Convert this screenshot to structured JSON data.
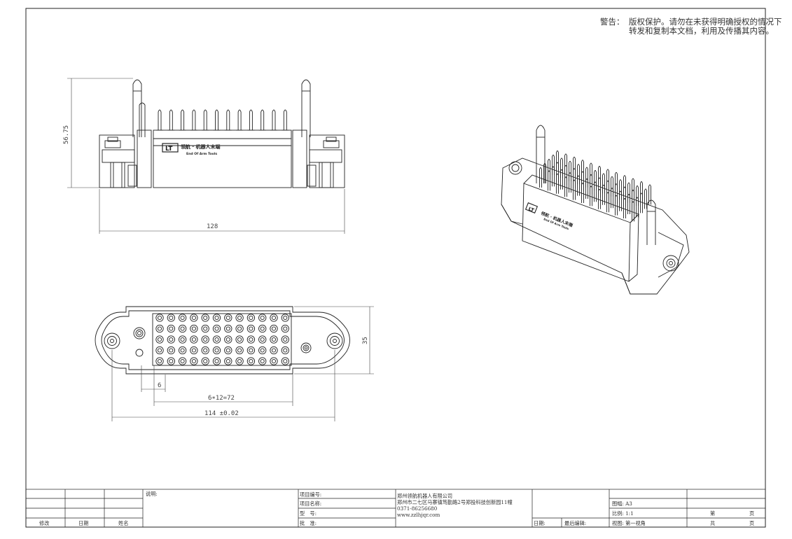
{
  "warning": {
    "label": "警告：",
    "line1": "版权保护。请勿在未获得明确授权的情况下",
    "line2": "转发和复制本文档，利用及传播其内容。"
  },
  "front_view": {
    "dim_height": "56.75",
    "dim_width": "128",
    "brand_cn": "领航 · 机器人末端",
    "brand_en": "End Of Arm Tools",
    "logo": "LT"
  },
  "top_view": {
    "dim_height": "35",
    "dim_pitch": "6",
    "dim_pins": "6∗12=72",
    "dim_total": "114 ±0.02"
  },
  "iso_view": {
    "brand_cn": "领航 · 机器人末端",
    "brand_en": "End Of Arm Tools",
    "logo": "LT"
  },
  "title_block": {
    "col_modify": "修改",
    "col_date": "日期",
    "col_name": "姓名",
    "notes_label": "说明:",
    "project_no": "项目编号:",
    "project_name": "项目名称:",
    "model": "型　号:",
    "approve": "批　准:",
    "company": "郑州领航机器人有限公司",
    "address": "郑州市二七区马寨镇笃勤路2号郑投科技创新园11幢",
    "phone": "0371-86256680",
    "website": "www.zzlhjqr.com",
    "date_label": "日期:",
    "last_edit": "最后编辑:",
    "sheet_size": "图幅: A3",
    "scale": "比例: 1:1",
    "view": "视图: 第一视角",
    "page_di": "第",
    "page_ye1": "页",
    "page_gong": "共",
    "page_ye2": "页"
  }
}
